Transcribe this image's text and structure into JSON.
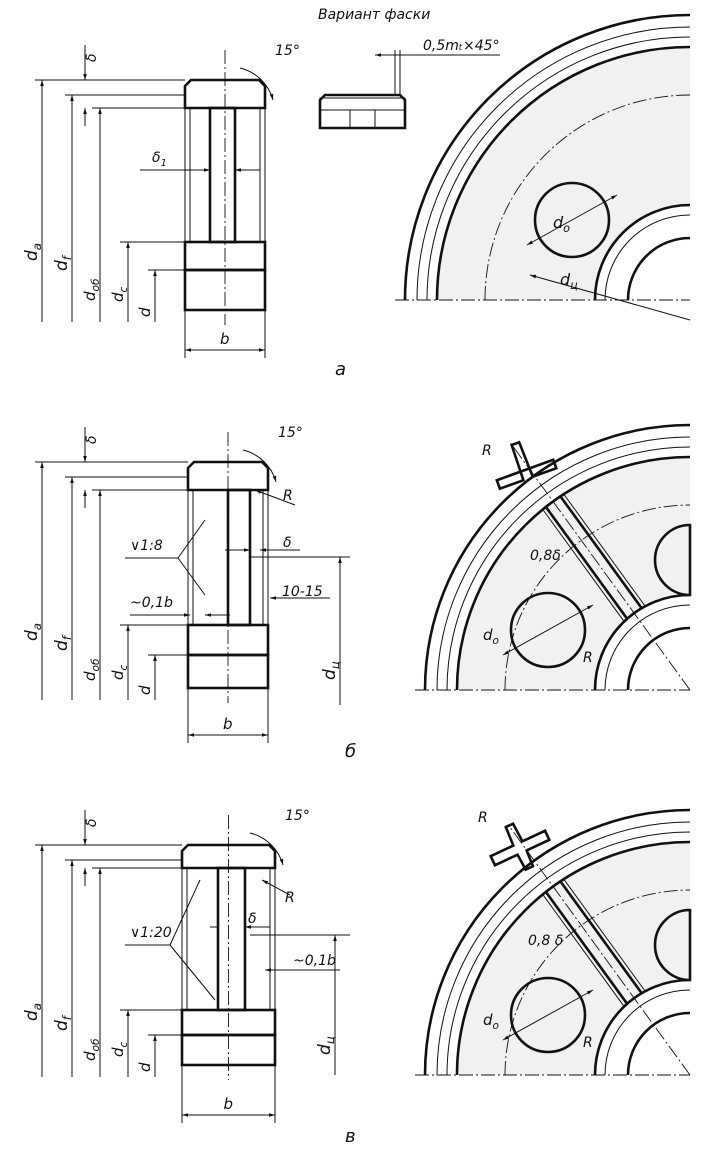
{
  "title": "Вариант фаски",
  "chamfer": "0,5mₜ×45°",
  "angle": "15°",
  "captions": [
    "а",
    "б",
    "в"
  ],
  "labels": {
    "delta": "δ",
    "delta1": {
      "main": "δ",
      "sub": "1"
    },
    "da": {
      "main": "d",
      "sub": "a"
    },
    "df": {
      "main": "d",
      "sub": "f"
    },
    "dob": {
      "main": "d",
      "sub": "об"
    },
    "dc": {
      "main": "d",
      "sub": "c"
    },
    "d": "d",
    "b": "b",
    "d0": {
      "main": "d",
      "sub": "o"
    },
    "dts": {
      "main": "d",
      "sub": "ц"
    },
    "R": "R",
    "taper_b": "∨1:8",
    "taper_v": "∨1:20",
    "web_b": "~0,1b",
    "groove": "10-15",
    "rib": "0,8δ",
    "rib_v": "0,8 δ"
  }
}
